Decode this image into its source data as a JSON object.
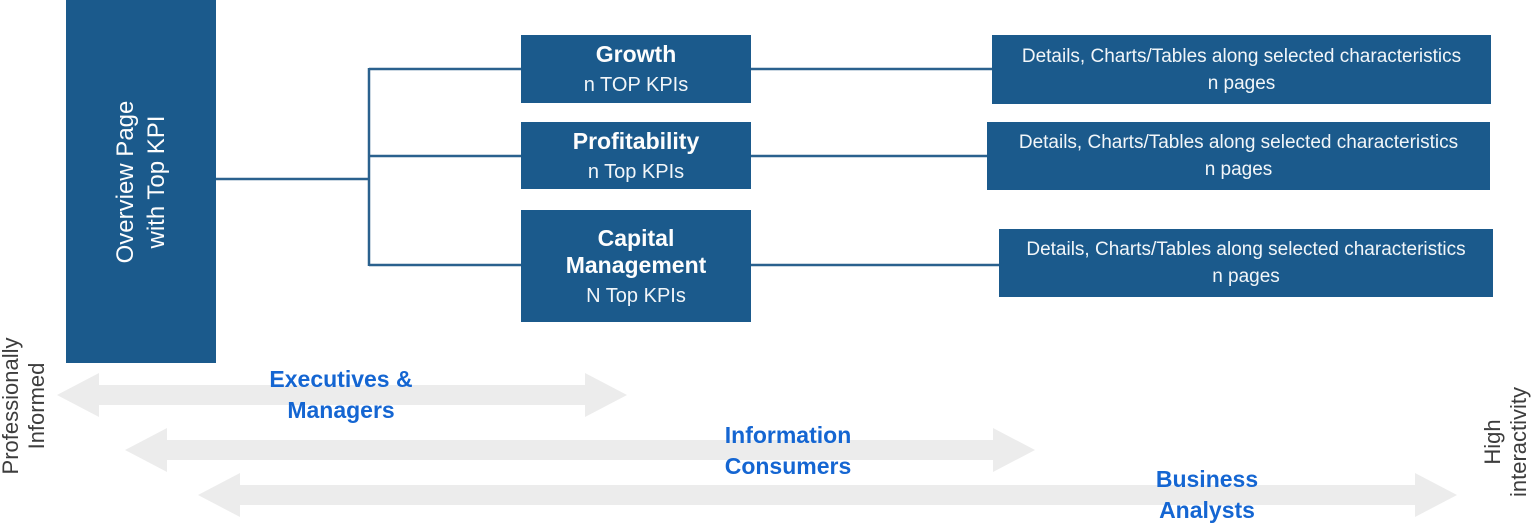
{
  "diagram": {
    "overview_box": {
      "line1": "Overview Page",
      "line2": "with Top KPI"
    },
    "kpi_boxes": [
      {
        "title": "Growth",
        "subtitle": "n TOP KPIs"
      },
      {
        "title": "Profitability",
        "subtitle": "n Top KPIs"
      },
      {
        "title": "Capital Management",
        "subtitle": "N Top KPIs"
      }
    ],
    "detail_boxes": [
      {
        "line1": "Details, Charts/Tables along selected characteristics",
        "line2": "n pages"
      },
      {
        "line1": "Details, Charts/Tables along selected characteristics",
        "line2": "n pages"
      },
      {
        "line1": "Details, Charts/Tables along selected characteristics",
        "line2": "n pages"
      }
    ],
    "audience_arrows": [
      {
        "line1": "Executives &",
        "line2": "Managers"
      },
      {
        "line1": "Information",
        "line2": "Consumers"
      },
      {
        "line1": "Business",
        "line2": "Analysts"
      }
    ],
    "left_axis_label": {
      "line1": "Professionally",
      "line2": "Informed"
    },
    "right_axis_label": {
      "line1": "High",
      "line2": "interactivity"
    },
    "colors": {
      "box_blue": "#1b5a8c",
      "connector_blue": "#2a618e",
      "audience_label_blue": "#1566d2",
      "arrow_gray": "#ececec",
      "axis_label_gray": "#3d3d3d"
    }
  }
}
